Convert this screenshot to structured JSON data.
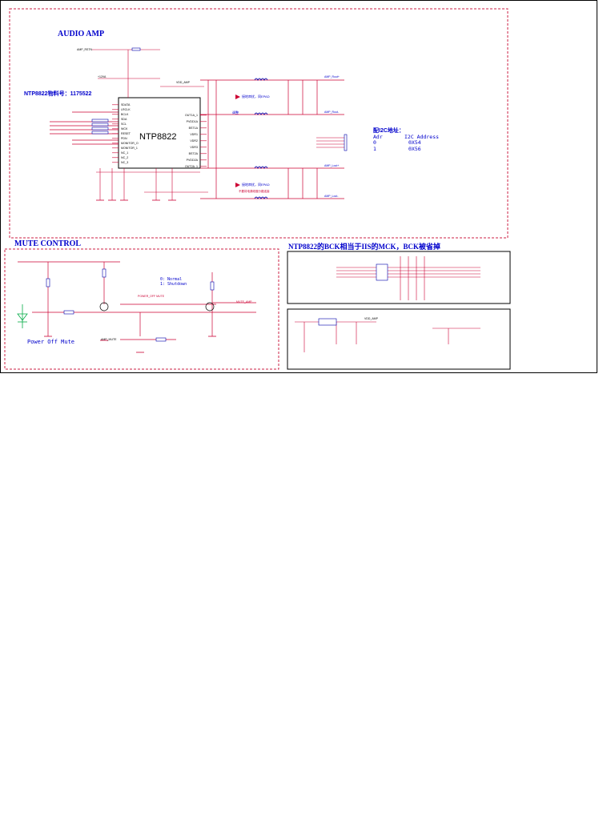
{
  "titles": {
    "audio_amp": "AUDIO AMP",
    "mute_control": "MUTE CONTROL",
    "bck_note": "NTP8822的BCK相当于IIS的MCK，BCK被省掉"
  },
  "part_note": "NTP8822物料号：1175522",
  "chip": {
    "name": "NTP8822",
    "left_pins": [
      "SDATA",
      "LRCLK",
      "BCLK",
      "SDA",
      "SCL",
      "WCK",
      "RESET",
      "PDN",
      "MONITOR_O",
      "MONITOR_1",
      "NC_1",
      "NC_2",
      "NC_3"
    ],
    "right_pins": [
      "OUT1A_1",
      "PVDD1A",
      "BST1A",
      "VDR1",
      "VDR2",
      "VDR3",
      "BST2A",
      "PVDD2A",
      "OUT2A_1"
    ]
  },
  "net_labels": {
    "amp_rstn": "AMP_RSTN",
    "amp_mute": "AMP_MUTE",
    "amp_rout_p": "AMP_Rout+",
    "amp_rout_n": "AMP_Rout-",
    "amp_lout_p": "AMP_Lout+",
    "amp_lout_n": "AMP_Lout-",
    "vdd_amp": "VDD_AMP",
    "v12": "+12VA",
    "mute_amp": "MUTE_AMP",
    "power_off_mute": "POWER_OFF MUTE"
  },
  "i2c": {
    "title": "配I2C地址：",
    "header": [
      "Adr",
      "I2C Address"
    ],
    "rows": [
      [
        "0",
        "0X54"
      ],
      [
        "1",
        "0X56"
      ]
    ]
  },
  "mute_legend": {
    "line0": "0: Normal",
    "line1": "1: Shutdown",
    "power_off_mute": "Power Off Mute"
  },
  "annotations": {
    "epad_top": "接地串扰，同EPAD",
    "epad_bottom": "接地串扰，同EPAD",
    "ground": "调整",
    "note_bottom": "不要将电源线做分路连接"
  },
  "colors": {
    "border": "#000000",
    "dashed": "#cc2244",
    "title": "#0000cc",
    "wire": "#cc0033",
    "net": "#0000cc",
    "component": "#0000aa",
    "green": "#00aa44"
  }
}
